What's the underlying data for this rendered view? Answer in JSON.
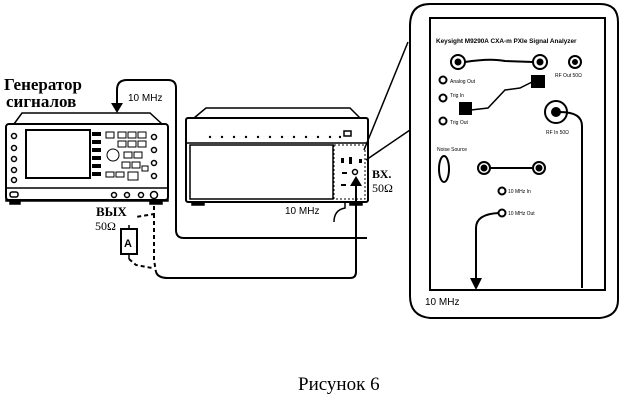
{
  "figure": {
    "caption": "Рисунок 6",
    "colors": {
      "ink": "#000000",
      "paper": "#ffffff"
    }
  },
  "generator": {
    "label_line1": "Генератор",
    "label_line2": "сигналов",
    "output_label": "ВЫХ",
    "output_impedance": "50Ω"
  },
  "attenuator": {
    "label": "A"
  },
  "instrument": {
    "input_label": "ВХ.",
    "input_impedance": "50Ω",
    "ref_label": "10 MHz"
  },
  "cables": {
    "ref_top_label": "10 MHz",
    "ref_bottom_label": "10 MHz"
  },
  "rear_panel": {
    "title": "Keysight M9290A CXA-m PXIe Signal Analyzer",
    "ports": {
      "analog_out": "Analog Out",
      "trig_in": "Trig In",
      "trig_out": "Trig Out",
      "rf_out": "RF Out 50Ω",
      "rf_in": "RF In 50Ω",
      "noise_source": "Noise Source",
      "ref_in": "10 MHz In",
      "ref_out": "10 MHz Out"
    }
  }
}
